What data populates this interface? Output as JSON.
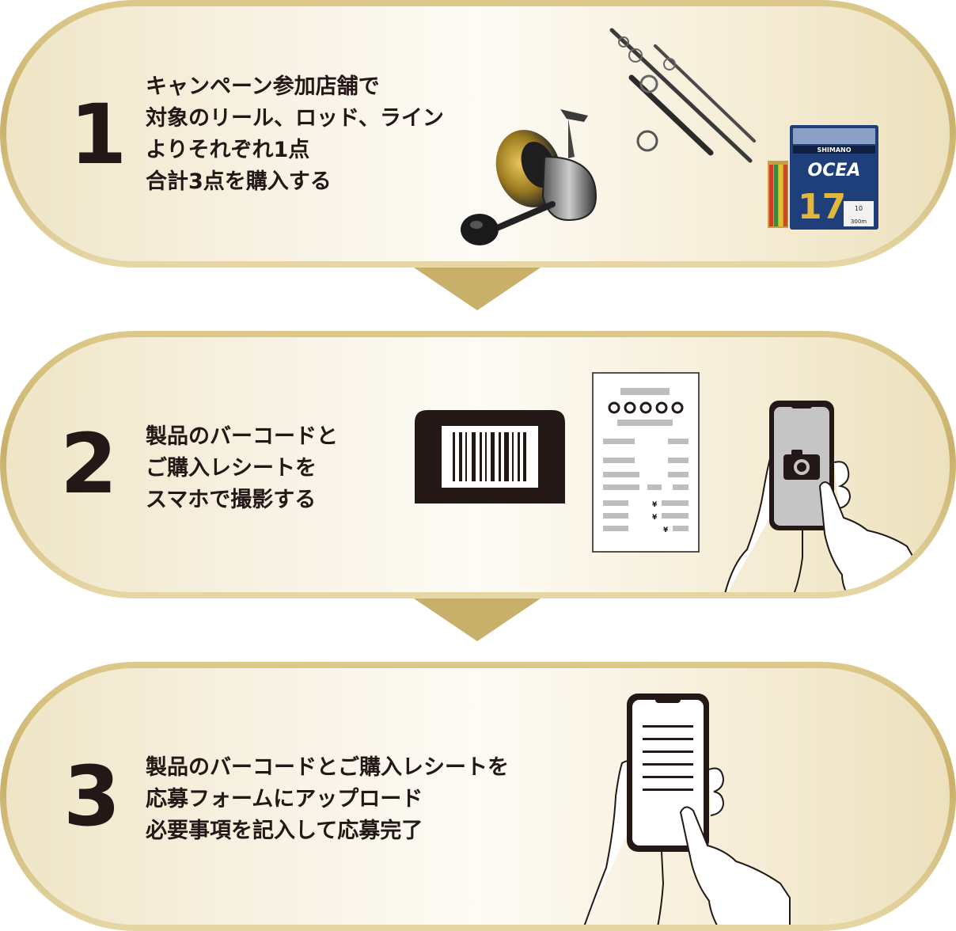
{
  "steps": [
    {
      "number": "1",
      "lines": [
        "キャンペーン参加店舗で",
        "対象のリール、ロッド、ライン",
        "よりそれぞれ1点",
        "合計3点を購入する"
      ],
      "line_label": {
        "brand": "SHIMANO",
        "product": "OCEA",
        "model": "17",
        "size": "10",
        "length": "300m"
      }
    },
    {
      "number": "2",
      "lines": [
        "製品のバーコードと",
        "ご購入レシートを",
        "スマホで撮影する"
      ]
    },
    {
      "number": "3",
      "lines": [
        "製品のバーコードとご購入レシートを",
        "応募フォームにアップロード",
        "必要事項を記入して応募完了"
      ]
    }
  ],
  "receipt": {
    "circles": "OOOOO",
    "yen": "¥"
  },
  "colors": {
    "gold": "#c9b06a",
    "ink": "#231815",
    "cream": "#fdfbf5"
  }
}
